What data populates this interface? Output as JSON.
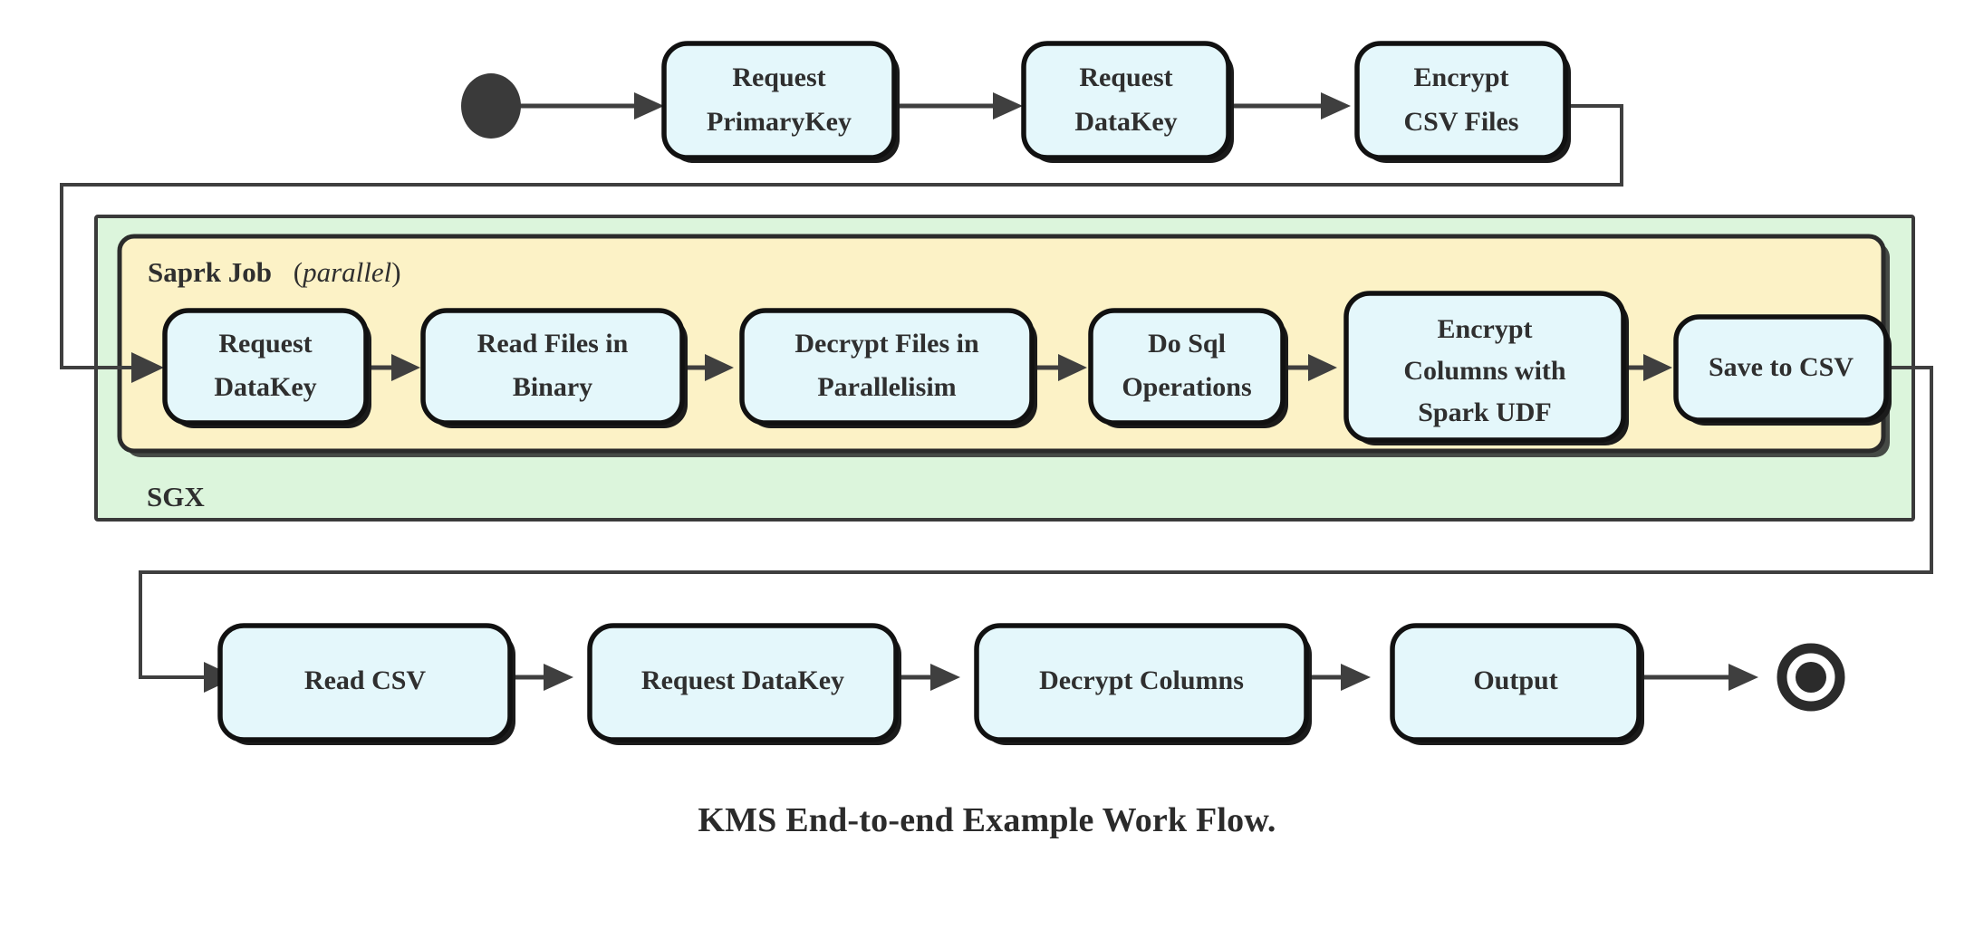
{
  "figure": {
    "caption": "KMS End-to-end Example Work Flow.",
    "colors": {
      "node_fill": "#e4f7fb",
      "node_stroke": "#111111",
      "sgx_fill": "#dcf5dc",
      "spark_fill": "#fcf2c6",
      "edge": "#3f3f3f",
      "text": "#2f2f2f"
    }
  },
  "containers": {
    "sgx": {
      "label": "SGX"
    },
    "spark": {
      "label_bold": "Saprk Job",
      "label_open_paren": "(",
      "label_emphasis": "parallel",
      "label_close_paren": ")"
    }
  },
  "markers": {
    "start": "start-node",
    "end": "end-node"
  },
  "rows": {
    "top": {
      "nodes": [
        {
          "id": "request-primarykey",
          "line1": "Request",
          "line2": "PrimaryKey"
        },
        {
          "id": "request-datakey-top",
          "line1": "Request",
          "line2": "DataKey"
        },
        {
          "id": "encrypt-csv-files",
          "line1": "Encrypt",
          "line2": "CSV Files"
        }
      ]
    },
    "spark": {
      "nodes": [
        {
          "id": "request-datakey-spark",
          "line1": "Request",
          "line2": "DataKey",
          "line3": ""
        },
        {
          "id": "read-files-in-binary",
          "line1": "Read Files in",
          "line2": "Binary",
          "line3": ""
        },
        {
          "id": "decrypt-files-in-parallelisim",
          "line1": "Decrypt Files in",
          "line2": "Parallelisim",
          "line3": ""
        },
        {
          "id": "do-sql-operations",
          "line1": "Do Sql",
          "line2": "Operations",
          "line3": ""
        },
        {
          "id": "encrypt-columns-with-spark-udf",
          "line1": "Encrypt",
          "line2": "Columns with",
          "line3": "Spark UDF"
        },
        {
          "id": "save-to-csv",
          "line1": "Save to CSV",
          "line2": "",
          "line3": ""
        }
      ]
    },
    "bottom": {
      "nodes": [
        {
          "id": "read-csv",
          "line1": "Read CSV",
          "line2": ""
        },
        {
          "id": "request-datakey-bottom",
          "line1": "Request DataKey",
          "line2": ""
        },
        {
          "id": "decrypt-columns",
          "line1": "Decrypt Columns",
          "line2": ""
        },
        {
          "id": "output",
          "line1": "Output",
          "line2": ""
        }
      ]
    }
  }
}
